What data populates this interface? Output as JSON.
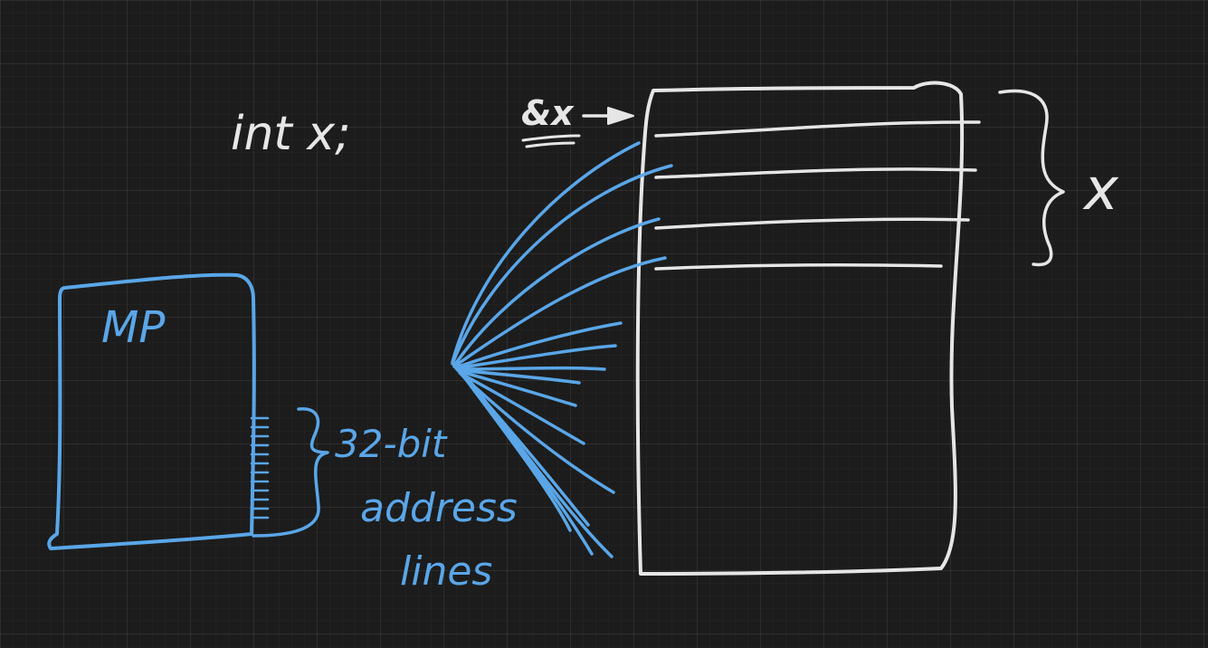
{
  "colors": {
    "background": "#1c1c1c",
    "chalk": "#e6e6e6",
    "ink": "#5aa6e8"
  },
  "texts": {
    "declaration": "int x;",
    "address_of": "&x",
    "processor": "MP",
    "memory_label": "x",
    "bits": "32-bit",
    "address": "address",
    "lines": "lines"
  }
}
